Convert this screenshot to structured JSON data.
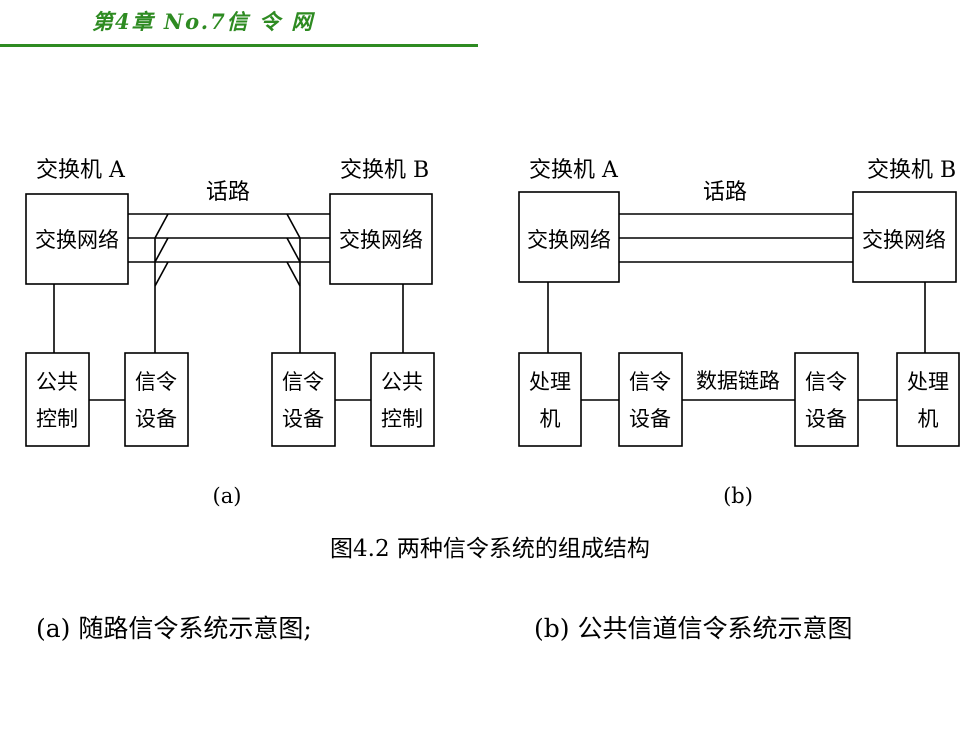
{
  "header": {
    "title": "第4章  No.7信 令 网"
  },
  "diagram_a": {
    "switch_a_label": "交换机 A",
    "switch_b_label": "交换机 B",
    "network_a": "交换网络",
    "network_b": "交换网络",
    "voice_path": "话路",
    "common_control_left": [
      "公共",
      "控制"
    ],
    "signaling_device_left": [
      "信令",
      "设备"
    ],
    "signaling_device_right": [
      "信令",
      "设备"
    ],
    "common_control_right": [
      "公共",
      "控制"
    ],
    "sub_label": "(a)"
  },
  "diagram_b": {
    "switch_a_label": "交换机 A",
    "switch_b_label": "交换机 B",
    "network_a": "交换网络",
    "network_b": "交换网络",
    "voice_path": "话路",
    "processor_left": [
      "处理",
      "机"
    ],
    "signaling_device_left": [
      "信令",
      "设备"
    ],
    "data_link": "数据链路",
    "signaling_device_right": [
      "信令",
      "设备"
    ],
    "processor_right": [
      "处理",
      "机"
    ],
    "sub_label": "(b)"
  },
  "figure": {
    "caption": "图4.2  两种信令系统的组成结构",
    "sub_a": "(a) 随路信令系统示意图;",
    "sub_b": "(b) 公共信道信令系统示意图"
  }
}
